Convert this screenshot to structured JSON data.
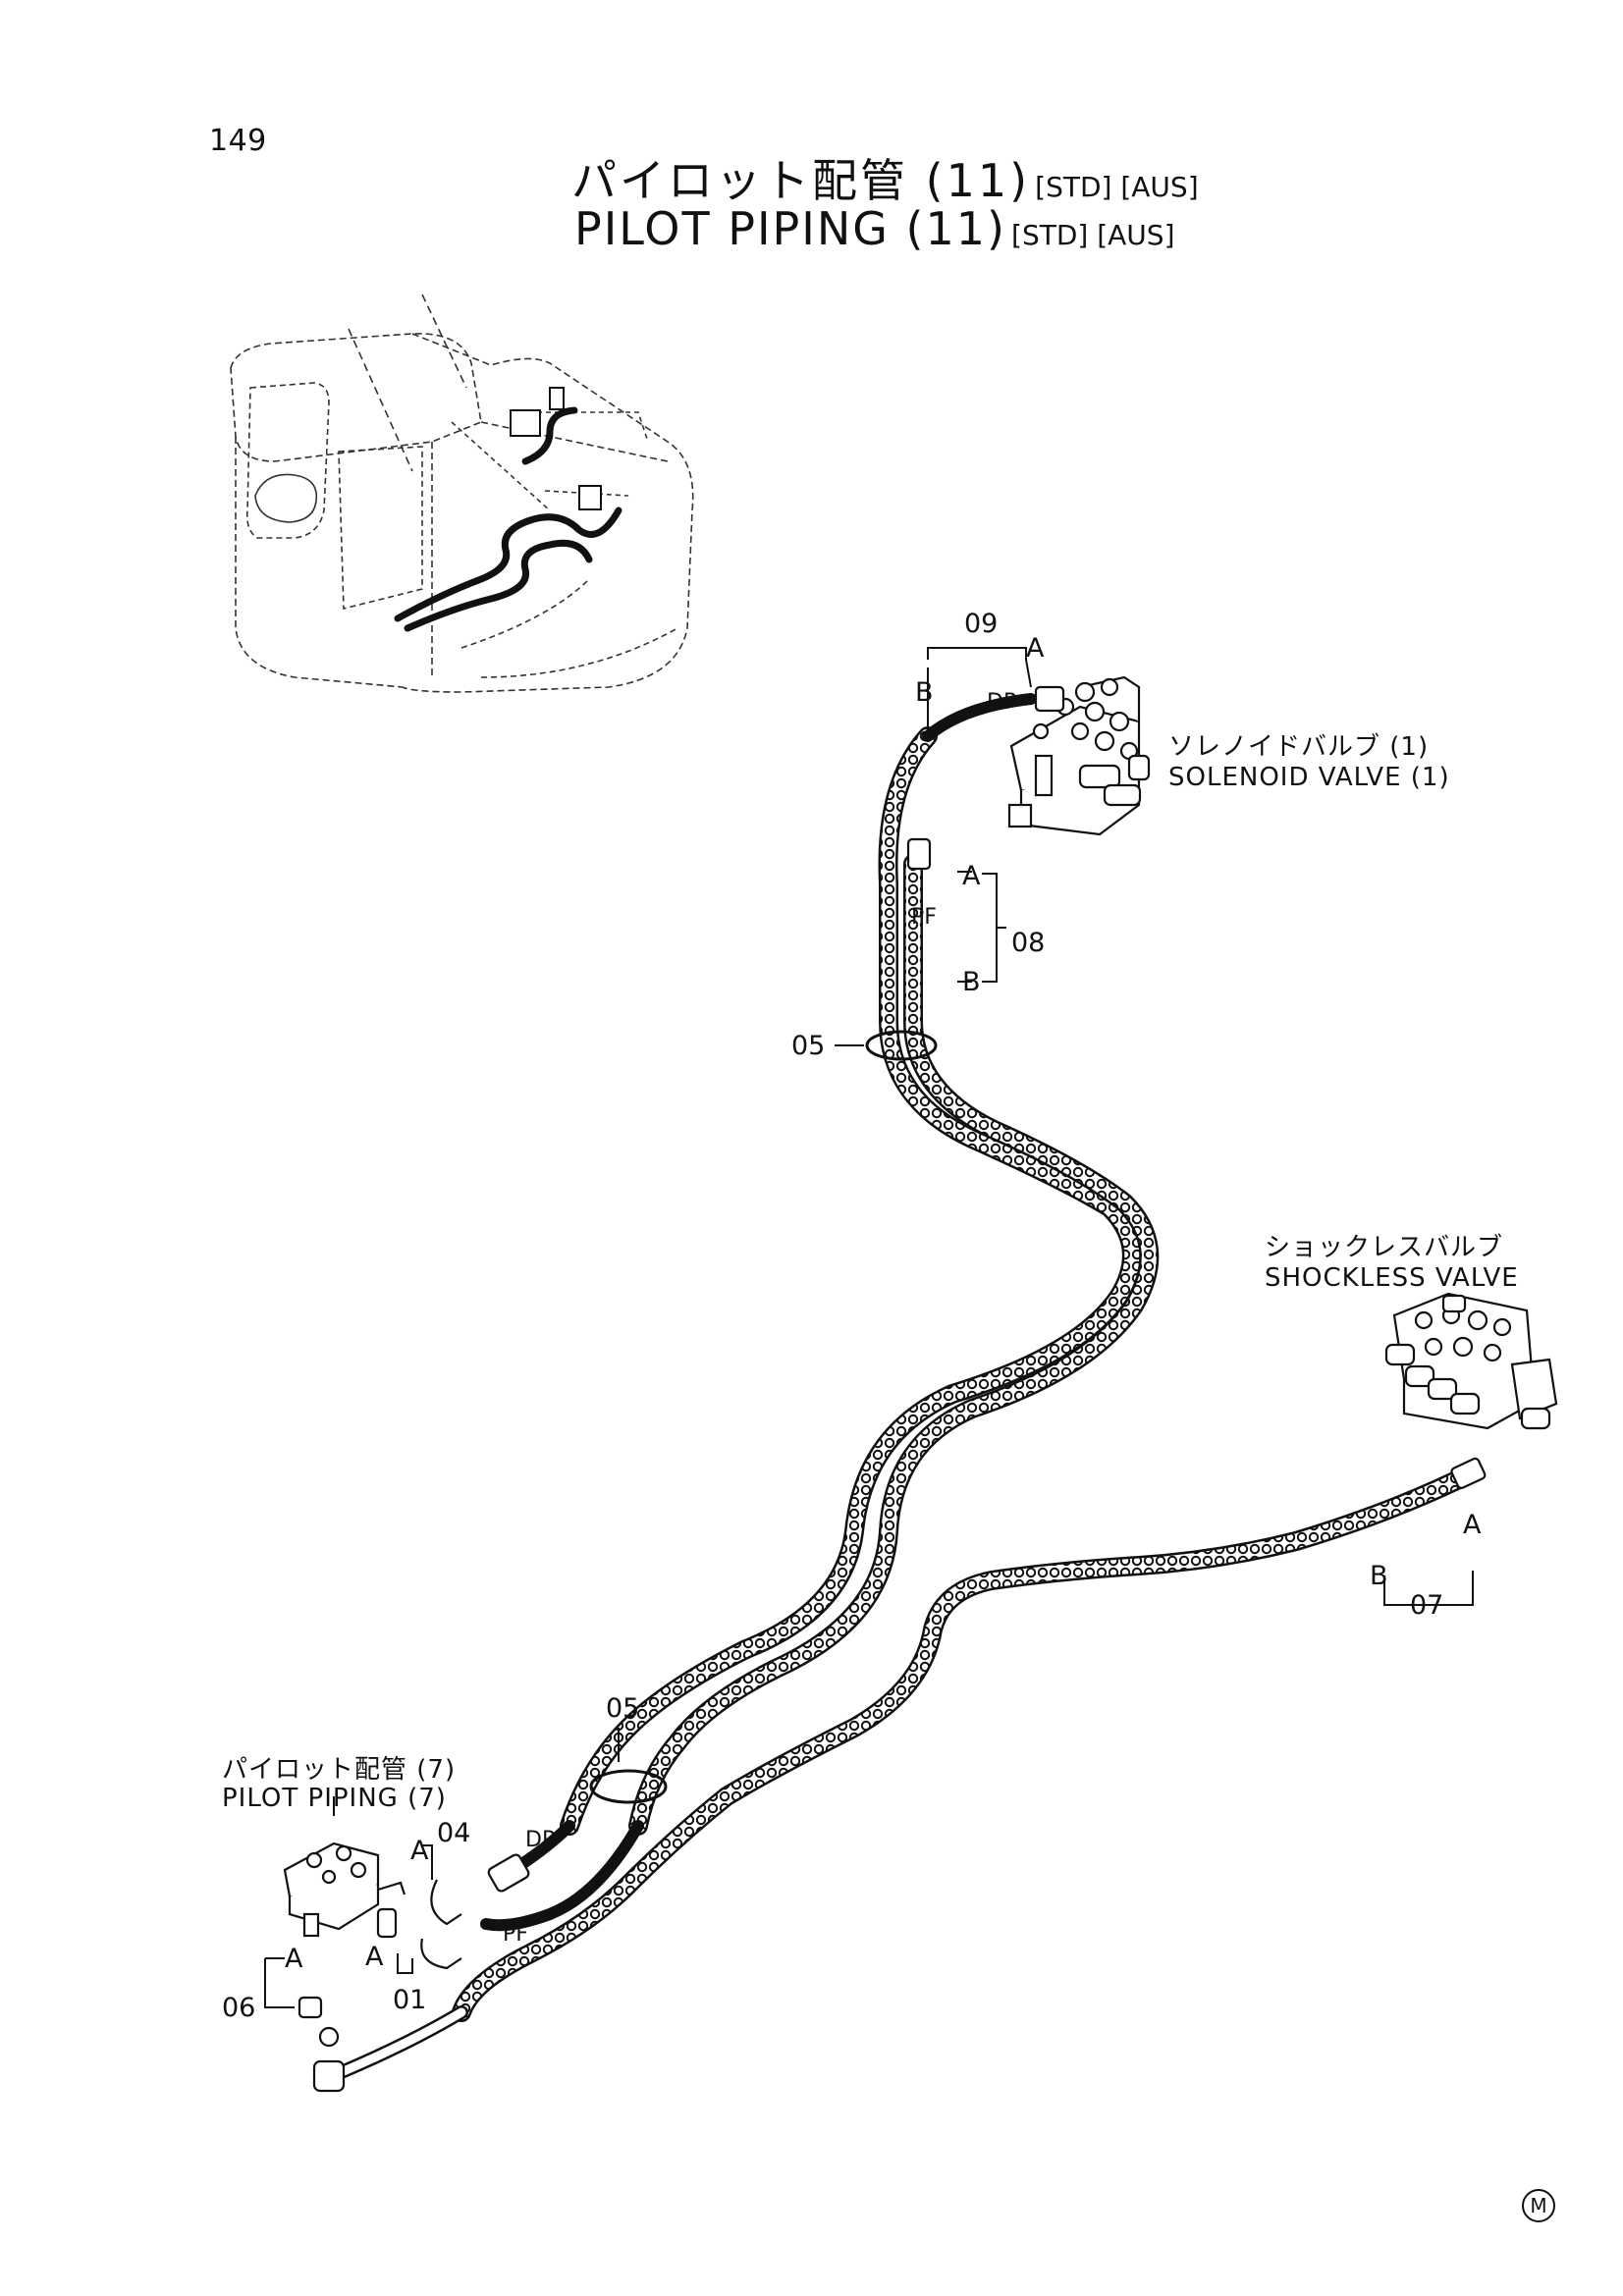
{
  "page_number": "149",
  "title": {
    "jp": "パイロット配管 (11)",
    "en": "PILOT PIPING (11)",
    "tags": "[STD] [AUS]"
  },
  "labels": {
    "solenoid_jp": "ソレノイドバルブ (1)",
    "solenoid_en": "SOLENOID VALVE (1)",
    "shockless_jp": "ショックレスバルブ",
    "shockless_en": "SHOCKLESS VALVE",
    "pilot7_jp": "パイロット配管 (7)",
    "pilot7_en": "PILOT PIPING (7)"
  },
  "callouts": {
    "c09": "09",
    "c08": "08",
    "c05a": "05",
    "c05b": "05",
    "c07": "07",
    "c04": "04",
    "c01": "01",
    "c06": "06"
  },
  "ends": {
    "a": "A",
    "b": "B",
    "dp": "DP",
    "pf": "PF"
  },
  "footer_mark": "M"
}
